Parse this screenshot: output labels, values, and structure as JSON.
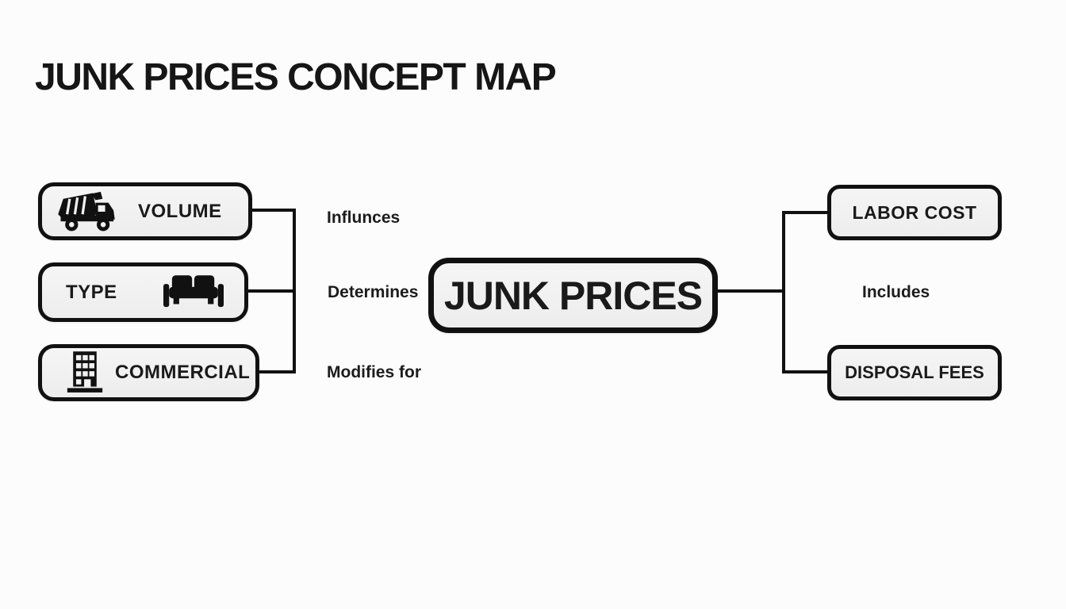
{
  "title": "JUNK PRICES CONCEPT MAP",
  "center_node": {
    "label": "JUNK PRICES"
  },
  "left_nodes": [
    {
      "id": "volume",
      "label": "VOLUME",
      "icon": "dump-truck-icon"
    },
    {
      "id": "type",
      "label": "TYPE",
      "icon": "couch-icon"
    },
    {
      "id": "commercial",
      "label": "COMMERCIAL",
      "icon": "building-icon"
    }
  ],
  "right_nodes": [
    {
      "id": "labor-cost",
      "label": "LABOR COST"
    },
    {
      "id": "disposal-fees",
      "label": "DISPOSAL FEES"
    }
  ],
  "edge_labels": [
    {
      "id": "influences",
      "text": "Influnces"
    },
    {
      "id": "determines",
      "text": "Determines"
    },
    {
      "id": "modifies",
      "text": "Modifies for"
    },
    {
      "id": "includes",
      "text": "Includes"
    }
  ],
  "colors": {
    "background": "#fcfcfc",
    "node_fill": "#f1f1f1",
    "node_border": "#111111",
    "connector": "#111111",
    "text": "#141414"
  }
}
